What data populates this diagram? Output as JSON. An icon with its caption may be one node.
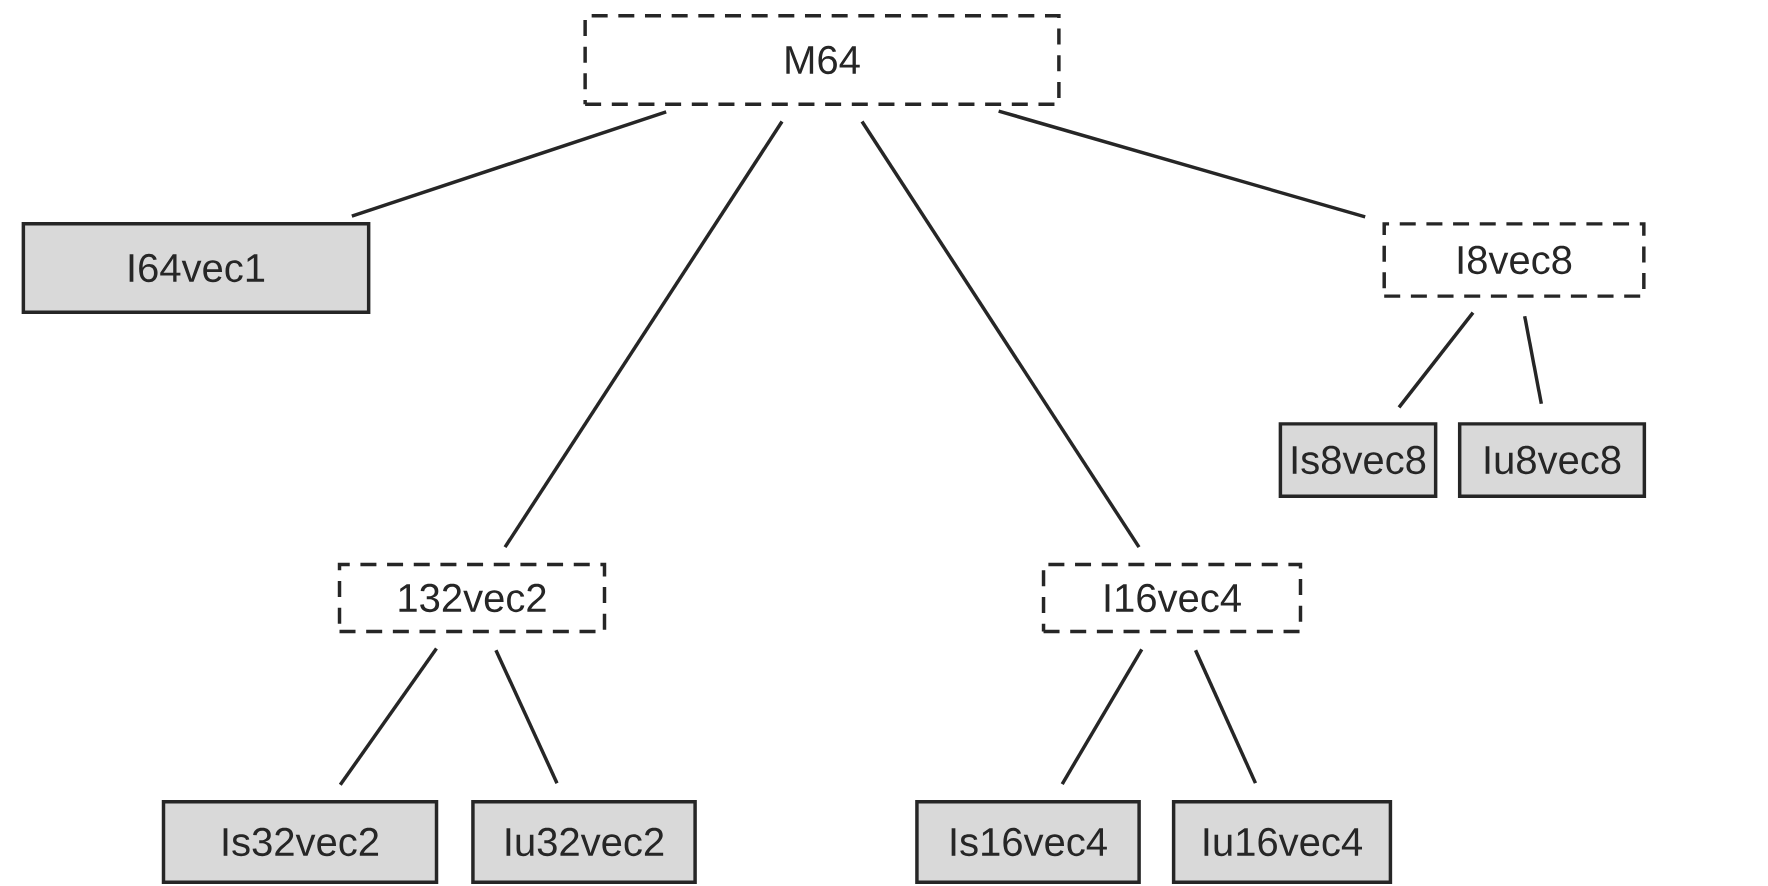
{
  "diagram": {
    "nodes": [
      {
        "text": [
          "M64"
        ]
      },
      {
        "text": [
          "I64vec1"
        ]
      },
      {
        "text": [
          "I8vec8"
        ]
      },
      {
        "text": [
          "Is8vec8"
        ]
      },
      {
        "text": [
          "Iu8vec8"
        ]
      },
      {
        "text": [
          "132vec2"
        ]
      },
      {
        "text": [
          "I16vec4"
        ]
      },
      {
        "text": [
          "Is32vec2"
        ]
      },
      {
        "text": [
          "Iu32vec2"
        ]
      },
      {
        "text": [
          "Is16vec4"
        ]
      },
      {
        "text": [
          "Iu16vec4"
        ]
      }
    ],
    "edges": [
      {
        "from": 0,
        "to": 1,
        "arrow": "none"
      },
      {
        "from": 0,
        "to": 5,
        "arrow": "none"
      },
      {
        "from": 0,
        "to": 6,
        "arrow": "none"
      },
      {
        "from": 0,
        "to": 2,
        "arrow": "none"
      },
      {
        "from": 2,
        "to": 3,
        "arrow": "none"
      },
      {
        "from": 2,
        "to": 4,
        "arrow": "none"
      },
      {
        "from": 5,
        "to": 7,
        "arrow": "none"
      },
      {
        "from": 5,
        "to": 8,
        "arrow": "none"
      },
      {
        "from": 6,
        "to": 9,
        "arrow": "none"
      },
      {
        "from": 6,
        "to": 10,
        "arrow": "none"
      }
    ]
  }
}
